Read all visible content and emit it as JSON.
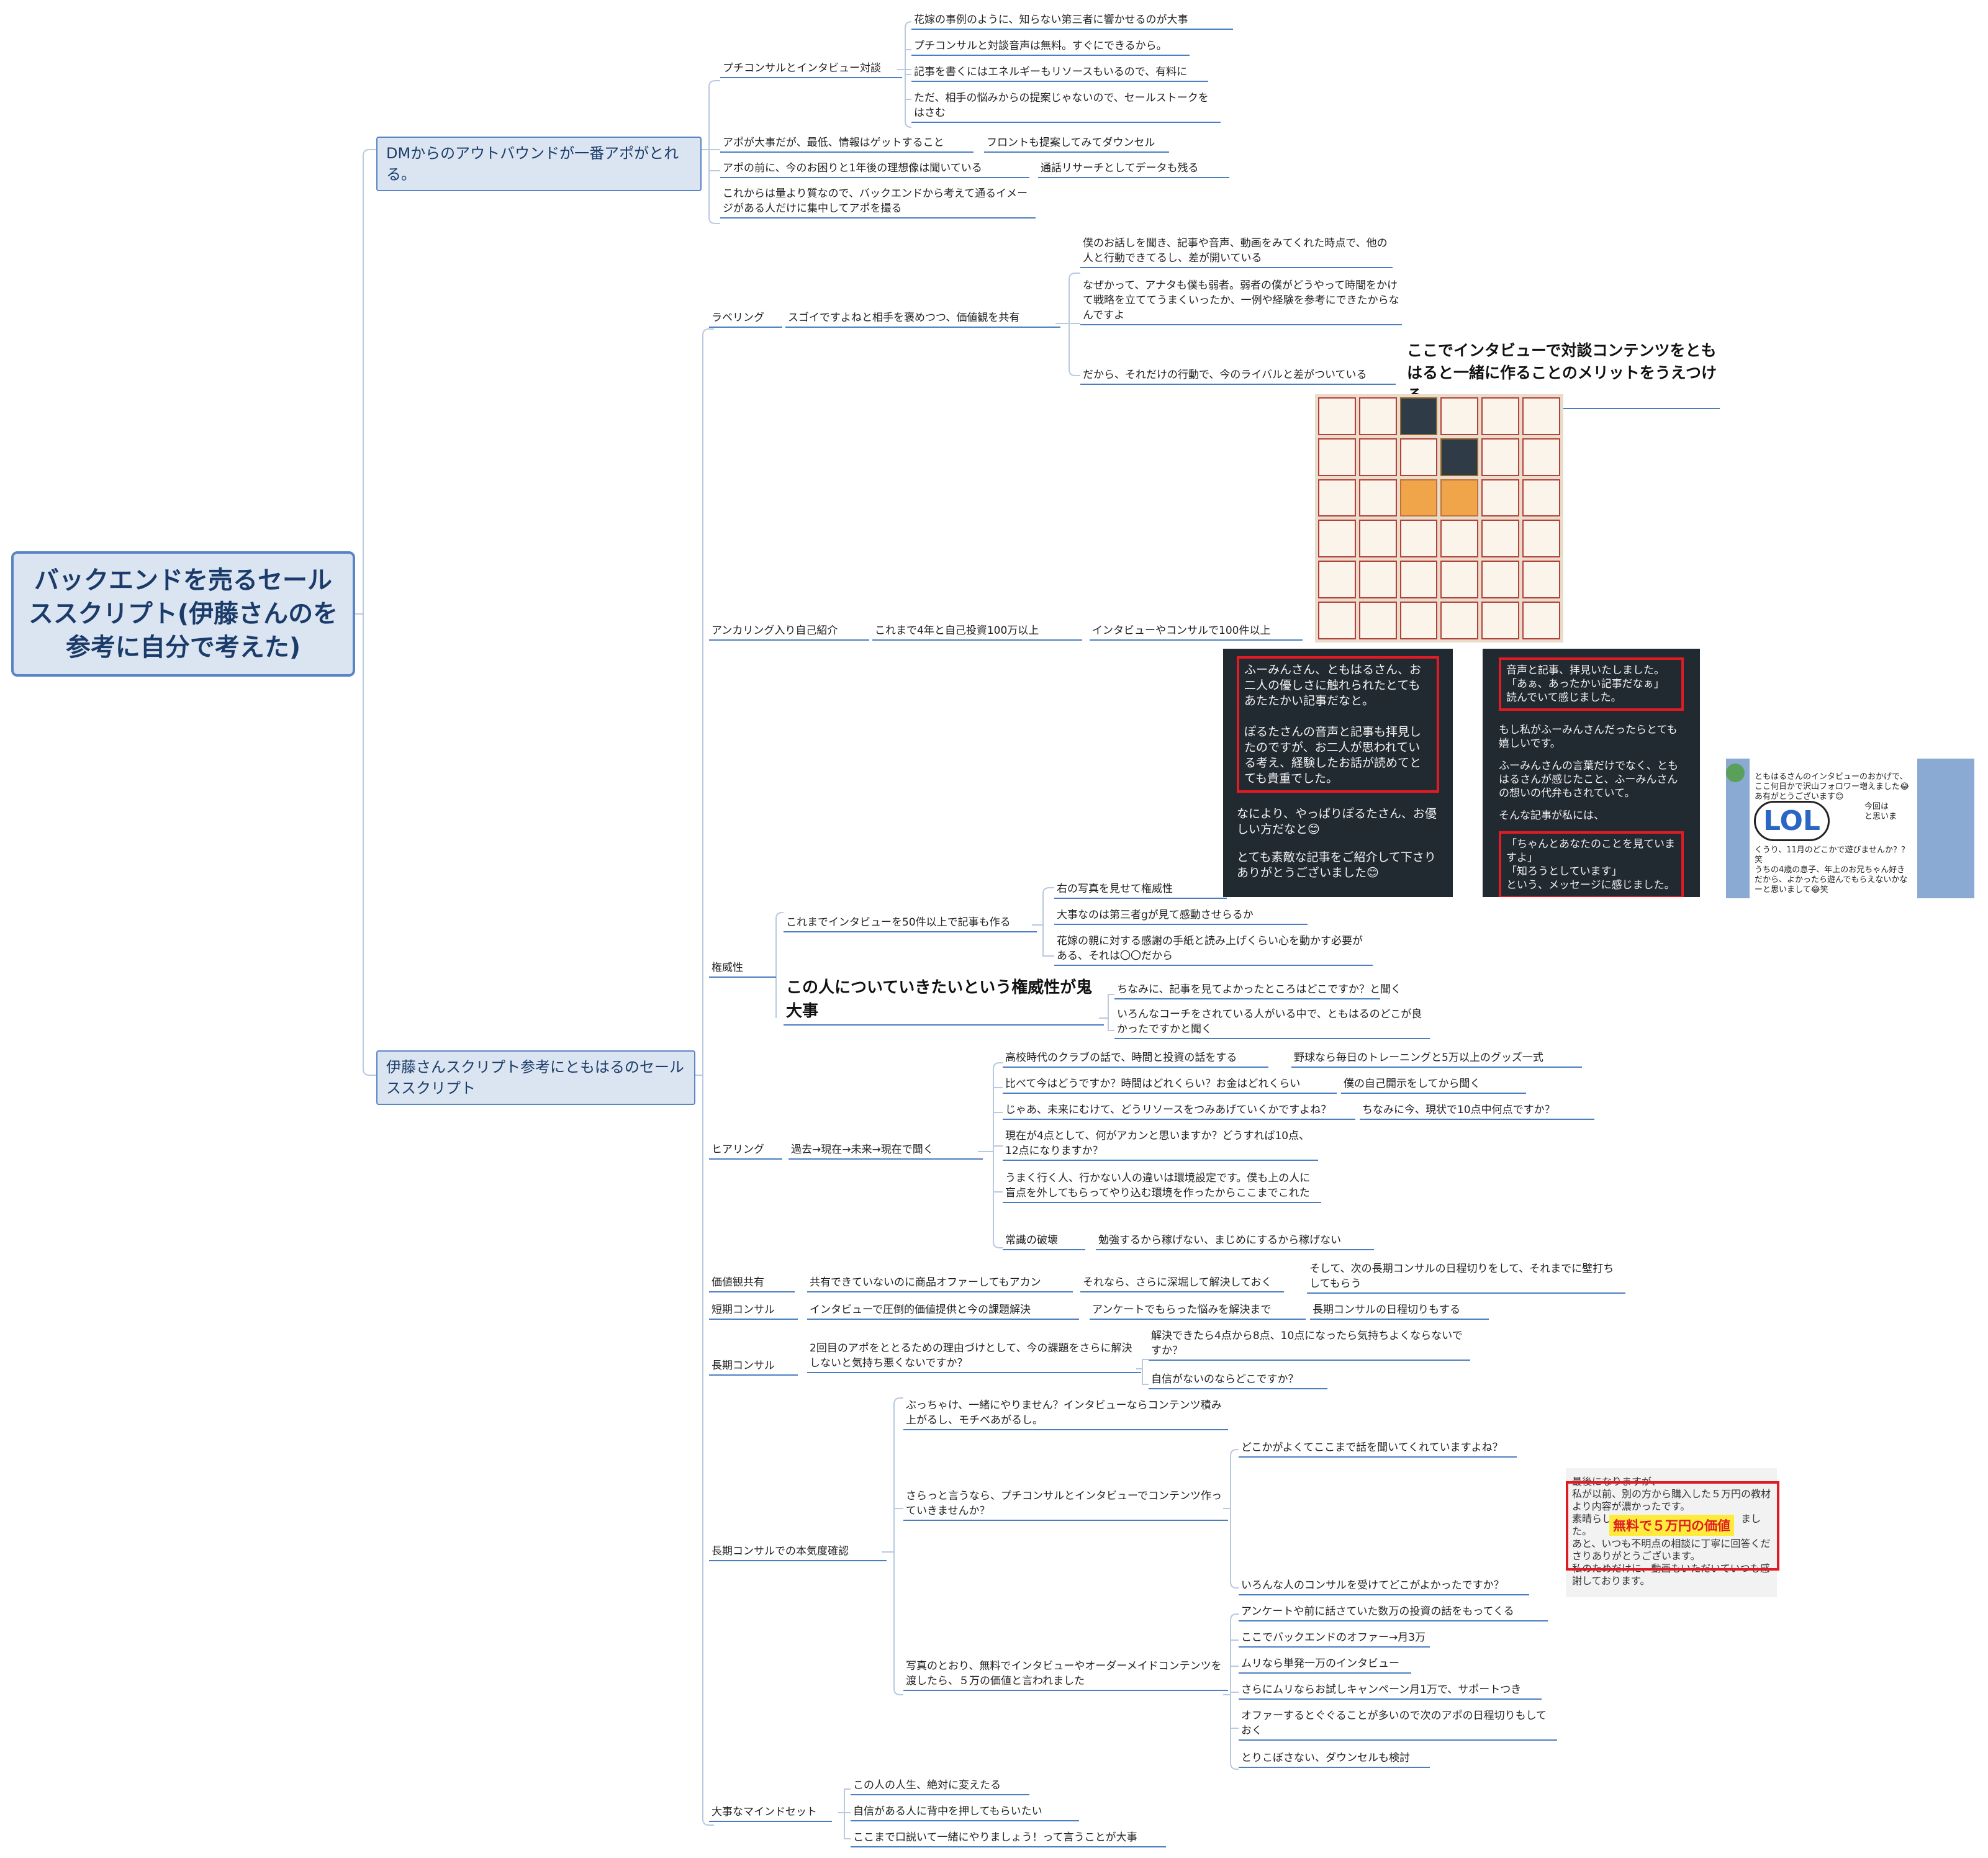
{
  "root": "バックエンドを売るセールススクリプト(伊藤さんのを参考に自分で考えた)",
  "branch1": {
    "title": "DMからのアウトバウンドが一番アポがとれる。",
    "consult": "プチコンサルとインタビュー対談",
    "c1": "花嫁の事例のように、知らない第三者に響かせるのが大事",
    "c2": "プチコンサルと対談音声は無料。すぐにできるから。",
    "c3": "記事を書くにはエネルギーもリソースもいるので、有料に",
    "c4": "ただ、相手の悩みからの提案じゃないので、セールストークをはさむ",
    "apo": "アポが大事だが、最低、情報はゲットすること",
    "apo_child": "フロントも提案してみてダウンセル",
    "before": "アポの前に、今のお困りと1年後の理想像は聞いている",
    "before_child": "通話リサーチとしてデータも残る",
    "future": "これからは量より質なので、バックエンドから考えて通るイメージがある人だけに集中してアポを撮る"
  },
  "branch2": {
    "title": "伊藤さんスクリプト参考にともはるのセールススクリプト",
    "labeling": {
      "label": "ラベリング",
      "mid": "スゴイですよねと相手を褒めつつ、価値観を共有",
      "a": "僕のお話しを聞き、記事や音声、動画をみてくれた時点で、他の人と行動できてるし、差が開いている",
      "b": "なぜかって、アナタも僕も弱者。弱者の僕がどうやって時間をかけて戦略を立ててうまくいったか、一例や経験を参考にできたからなんですよ",
      "c": "だから、それだけの行動で、今のライバルと差がついている",
      "c_child": "ここでインタビューで対談コンテンツをともはると一緒に作ることのメリットをうえつける"
    },
    "anchoring": {
      "label": "アンカリング入り自己紹介",
      "a": "これまで4年と自己投資100万以上",
      "b": "インタビューやコンサルで100件以上"
    },
    "authority": {
      "label": "権威性",
      "mid": "これまでインタビューを50件以上で記事も作る",
      "a": "右の写真を見せて権威性",
      "b": "大事なのは第三者gが見て感動させらるか",
      "c": "花嫁の親に対する感謝の手紙と読み上げくらい心を動かす必要がある、それは〇〇だから",
      "big": "この人についていきたいという権威性が鬼大事",
      "d": "ちなみに、記事を見てよかったところはどこですか？と聞く",
      "e": "いろんなコーチをされている人がいる中で、ともはるのどこが良かったですかと聞く"
    },
    "chat1": {
      "box": "ふーみんさん、ともはるさん、お二人の優しさに触れられたとてもあたたかい記事だなと。\n\nぽるたさんの音声と記事も拝見したのですが、お二人が思われている考え、経験したお話が読めてとても貴重でした。",
      "p1": "なにより、やっぱりぽるたさん、お優しい方だなと😊",
      "p2": "とても素敵な記事をご紹介して下さり\nありがとうございました😊"
    },
    "chat2": {
      "box1": "音声と記事、拝見いたしました。\n「あぁ、あったかい記事だなぁ」\n読んでいて感じました。",
      "p1": "もし私がふーみんさんだったらとても嬉しいです。",
      "p2": "ふーみんさんの言葉だけでなく、ともはるさんが感じたこと、ふーみんさんの想いの代弁もされていて。",
      "p3": "そんな記事が私には、",
      "box2": "「ちゃんとあなたのことを見ていますよ」\n「知ろうとしています」\nという、メッセージに感じました。"
    },
    "chat3": {
      "text1": "ともはるさんのインタビューのおかげで、ここ何日かで沢山フォロワー増えました😂\nあ有がとうございます😊",
      "text2": "今回は\nと思いま",
      "text3": "くうり、11月のどこかで遊びませんか？？笑\nうちの4歳の息子、年上のお兄ちゃん好きだから、よかったら遊んでもらえないかなーと思いまして😂笑",
      "lol": "LOL"
    },
    "hearing": {
      "label": "ヒアリング",
      "mid": "過去→現在→未来→現在で聞く",
      "a": "高校時代のクラブの話で、時間と投資の話をする",
      "a_child": "野球なら毎日のトレーニングと5万以上のグッズ一式",
      "b": "比べて今はどうですか？時間はどれくらい？お金はどれくらい",
      "b_child": "僕の自己開示をしてから聞く",
      "c": "じゃあ、未来にむけて、どうリソースをつみあげていくかですよね？",
      "c_child": "ちなみに今、現状で10点中何点ですか？",
      "d": "現在が4点として、何がアカンと思いますか？どうすれば10点、12点になりますか？",
      "e": "うまく行く人、行かない人の違いは環境設定です。僕も上の人に盲点を外してもらってやり込む環境を作ったからここまでこれた",
      "f": "常識の破壊",
      "f_child": "勉強するから稼げない、まじめにするから稼げない"
    },
    "values": {
      "label": "価値観共有",
      "a": "共有できていないのに商品オファーしてもアカン",
      "b": "それなら、さらに深堀して解決しておく",
      "c": "そして、次の長期コンサルの日程切りをして、それまでに壁打ちしてもらう"
    },
    "short": {
      "label": "短期コンサル",
      "a": "インタビューで圧倒的価値提供と今の課題解決",
      "b": "アンケートでもらった悩みを解決まで",
      "c": "長期コンサルの日程切りもする"
    },
    "long": {
      "label": "長期コンサル",
      "a": "2回目のアポをととるための理由づけとして、今の課題をさらに解決しないと気持ち悪くないですか？",
      "b": "解決できたら4点から8点、10点になったら気持ちよくならないですか？",
      "c": "自信がないのならどこですか？"
    },
    "confirm": {
      "label": "長期コンサルでの本気度確認",
      "a": "ぶっちゃけ、一緒にやりません？インタビューならコンテンツ積み上がるし、モチベあがるし。",
      "b": "さらっと言うなら、プチコンサルとインタビューでコンテンツ作っていきませんか？",
      "b1": "どこかがよくてここまで話を聞いてくれていますよね？",
      "b2": "いろんな人のコンサルを受けてどこがよかったですか？",
      "c": "写真のとおり、無料でインタビューやオーダーメイドコンテンツを渡したら、５万の価値と言われました",
      "c1": "アンケートや前に話さていた数万の投資の話をもってくる",
      "c2": "ここでバックエンドのオファー→月3万",
      "c3": "ムリなら単発一万のインタビュー",
      "c4": "さらにムリならお試しキャンペーン月1万で、サポートつき",
      "c5": "オファーするとぐぐることが多いので次のアポの日程切りもしておく",
      "c6": "とりこぼさない、ダウンセルも検討",
      "note": "最後になりますが、\n私が以前、別の方から購入した５万円の教材より内容が濃かったです。\n素晴らし　　　　　　　　　　　　　ました。\nあと、いつも不明点の相談に丁寧に回答くださりありがとうございます。\n私のためだけに、動画もいただいていつも感謝しております。",
      "stamp": "無料で５万円の価値"
    },
    "mind": {
      "label": "大事なマインドセット",
      "a": "この人の人生、絶対に変えたる",
      "b": "自信がある人に背中を押してもらいたい",
      "c": "ここまで口説いて一緒にやりましょう！って言うことが大事"
    }
  },
  "colors": {
    "line": "#4a7ec0",
    "node_fill": "#dbe5f1",
    "node_border": "#5b84c4",
    "highlight": "#e01b24",
    "stamp": "#ffeb3b"
  }
}
